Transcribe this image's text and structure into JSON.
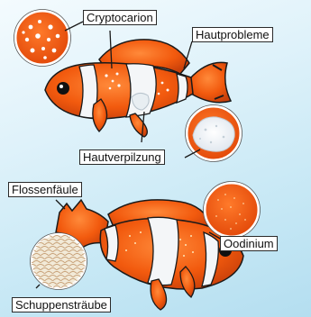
{
  "labels": {
    "cryptocarion": "Cryptocarion",
    "hautprobleme": "Hautprobleme",
    "hautverpilzung": "Hautverpilzung",
    "flossenfaeule": "Flossenfäule",
    "oodinium": "Oodinium",
    "schuppenstraeube": "Schuppensträube"
  },
  "colors": {
    "fish_orange": "#f25a0e",
    "stripe_white": "#f4f6f8",
    "outline": "#1a1a1a",
    "background": "#cfeaf6"
  }
}
